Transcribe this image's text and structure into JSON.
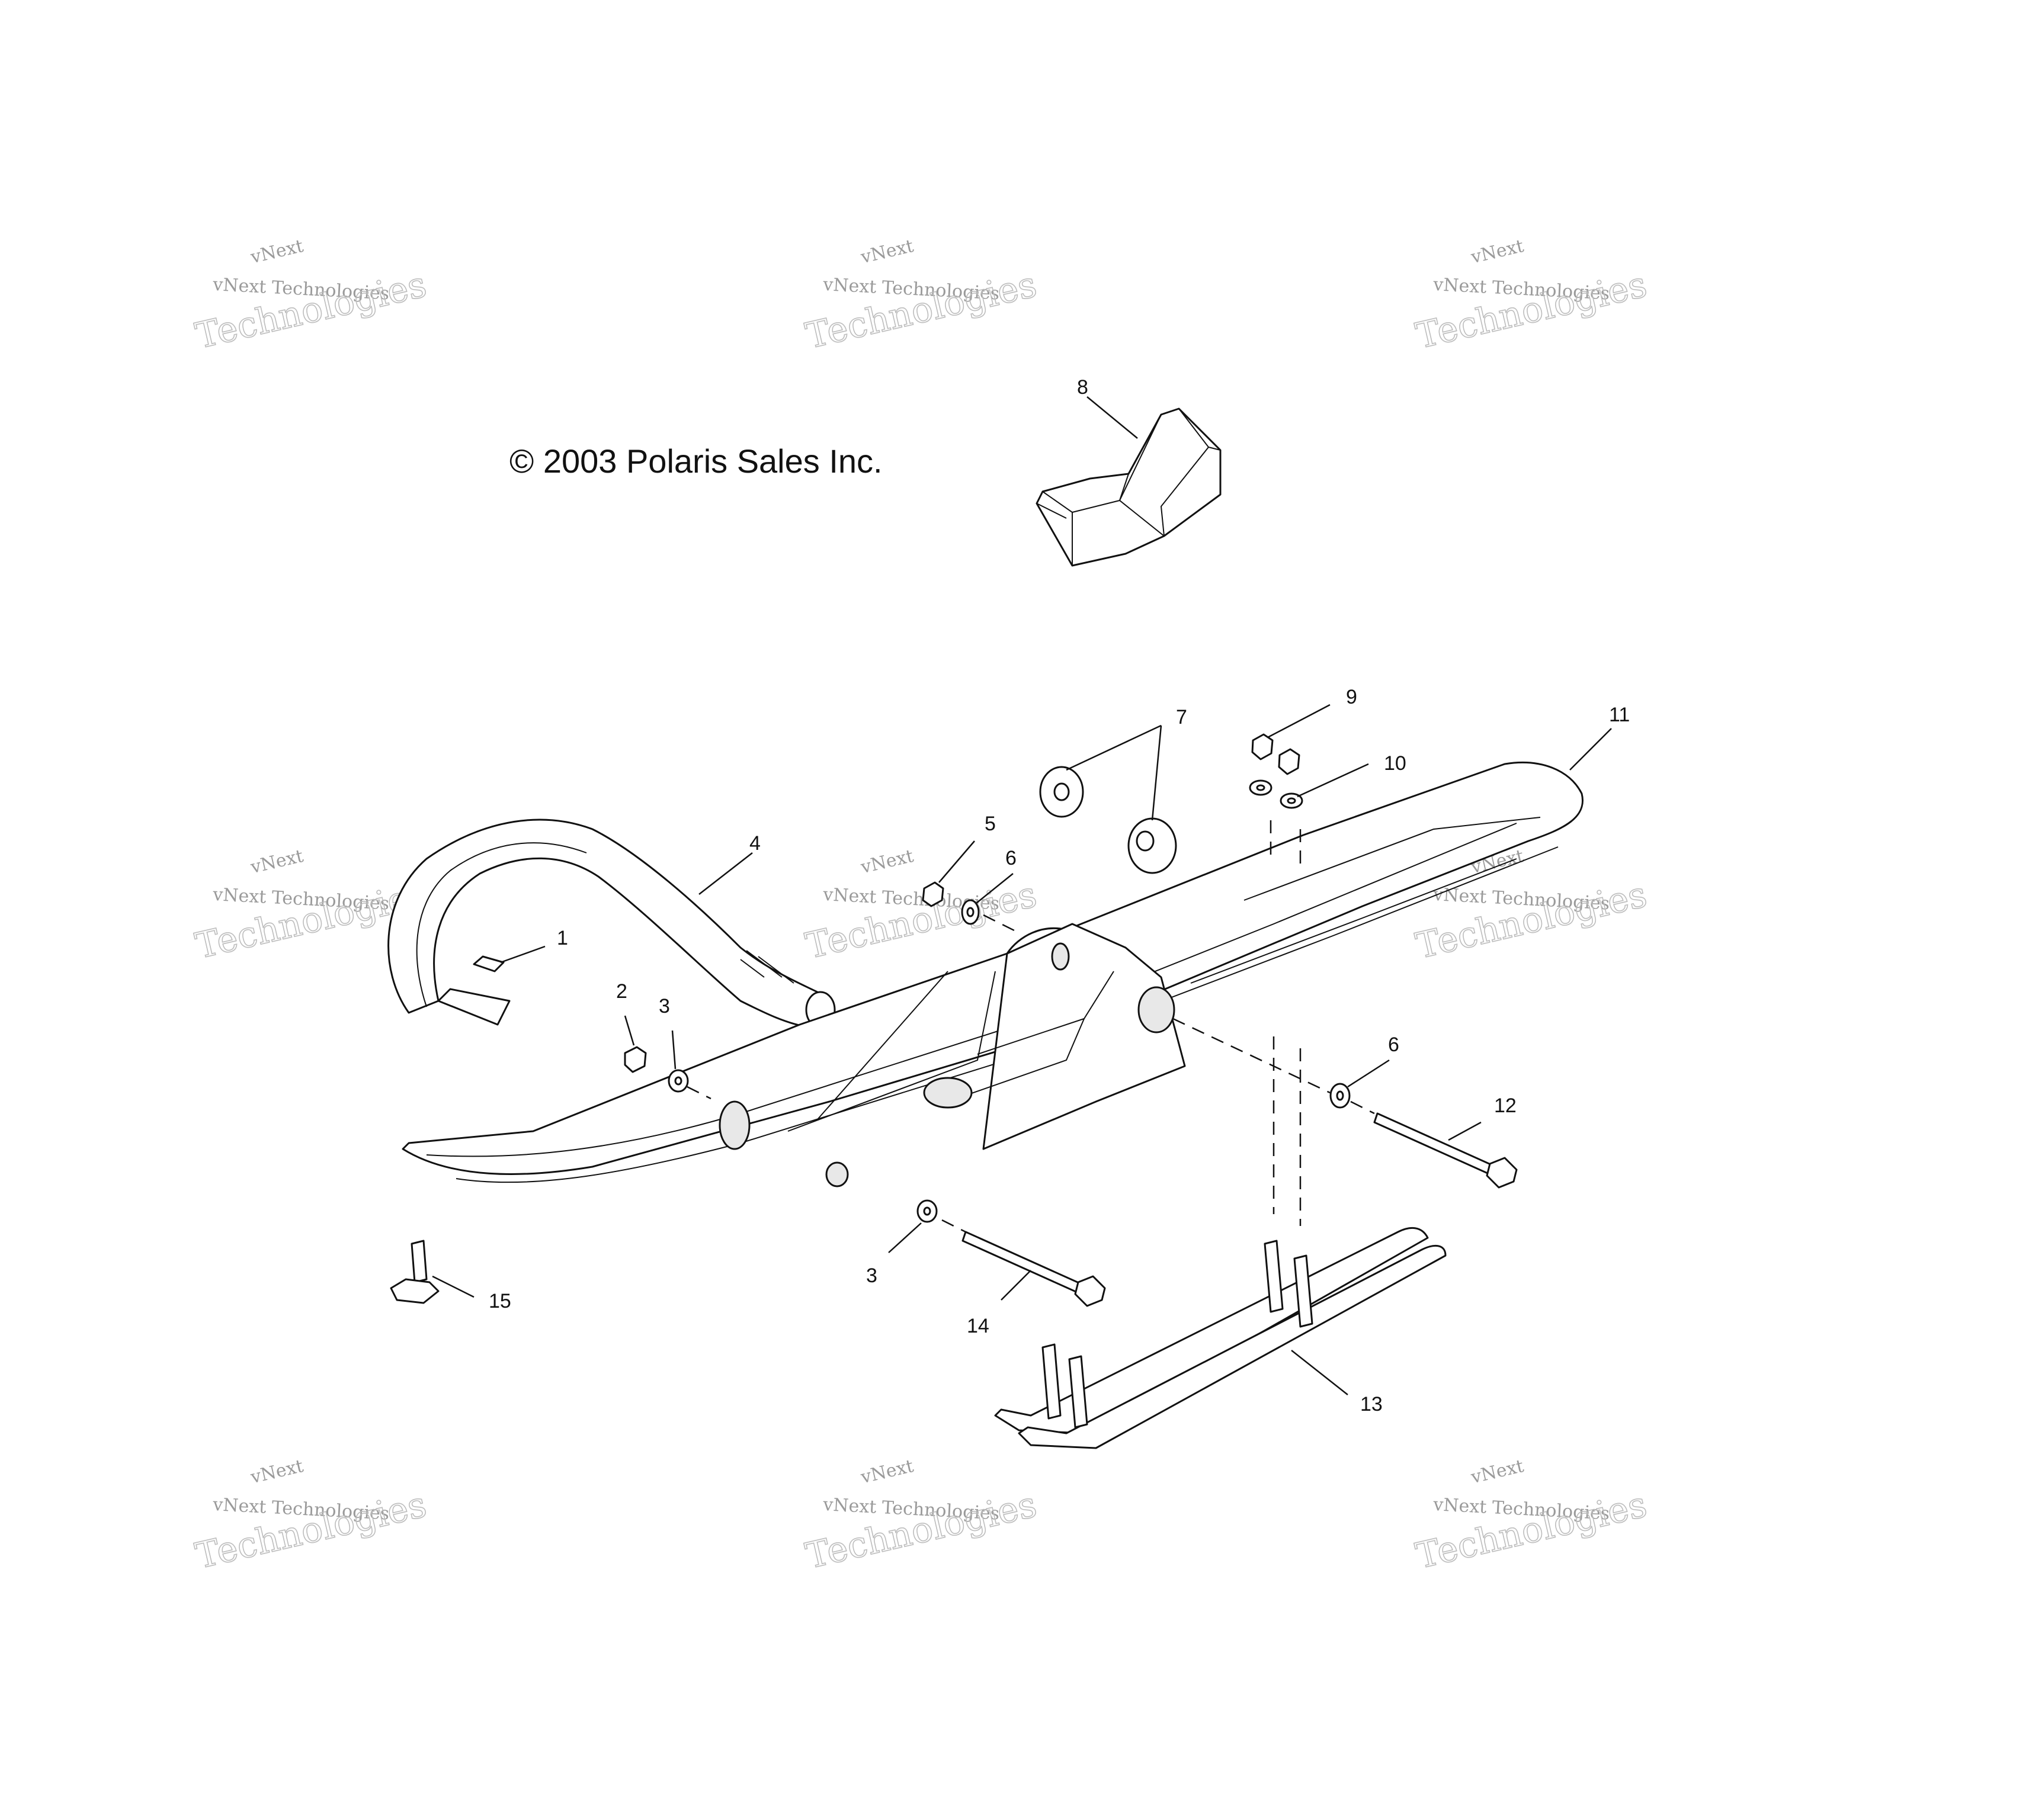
{
  "copyright": "© 2003 Polaris Sales Inc.",
  "watermark": {
    "line1": "vNext Technologies",
    "line2": "vNext",
    "big": "Technologies"
  },
  "callouts": {
    "c1": "1",
    "c2": "2",
    "c3a": "3",
    "c3b": "3",
    "c4": "4",
    "c5": "5",
    "c6a": "6",
    "c6b": "6",
    "c7": "7",
    "c8": "8",
    "c9": "9",
    "c10": "10",
    "c11": "11",
    "c12": "12",
    "c13": "13",
    "c14": "14",
    "c15": "15"
  }
}
